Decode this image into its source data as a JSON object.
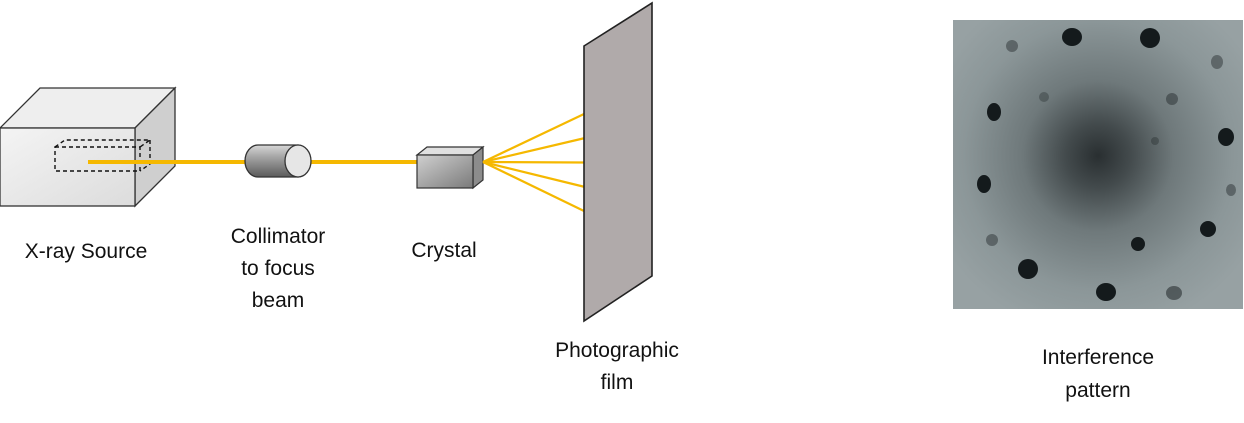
{
  "labels": {
    "source": "X-ray Source",
    "collimator": [
      "Collimator",
      "to focus",
      "beam"
    ],
    "crystal": "Crystal",
    "film": [
      "Photographic",
      "film"
    ],
    "pattern": [
      "Interference",
      "pattern"
    ]
  },
  "colors": {
    "beam": "#F5B800",
    "film": "#B0AAAA",
    "pattern_background": "#8E999B",
    "pattern_spot": "#141A1C"
  },
  "diffracted_beam_count": 5
}
